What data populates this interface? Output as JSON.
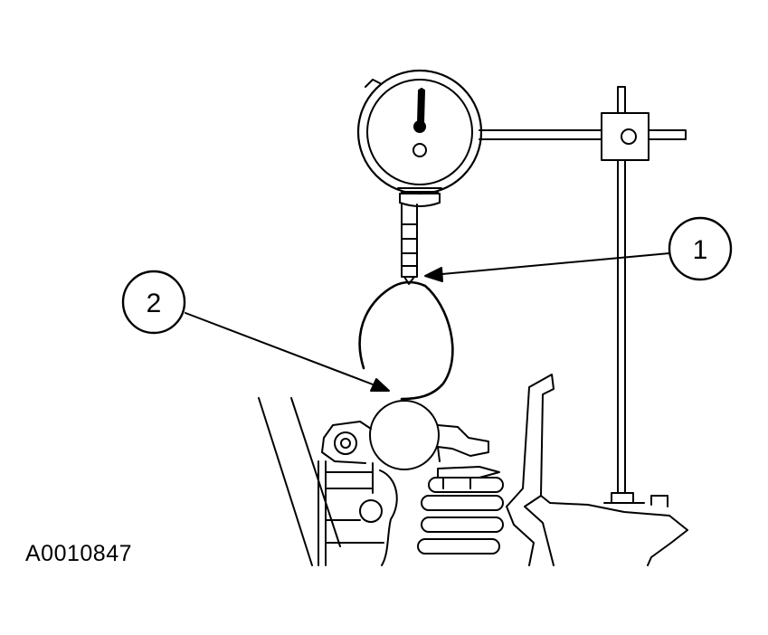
{
  "figure": {
    "id": "A0010847"
  },
  "callouts": [
    {
      "number": "1"
    },
    {
      "number": "2"
    }
  ],
  "colors": {
    "line": "#000000",
    "background": "#ffffff"
  }
}
